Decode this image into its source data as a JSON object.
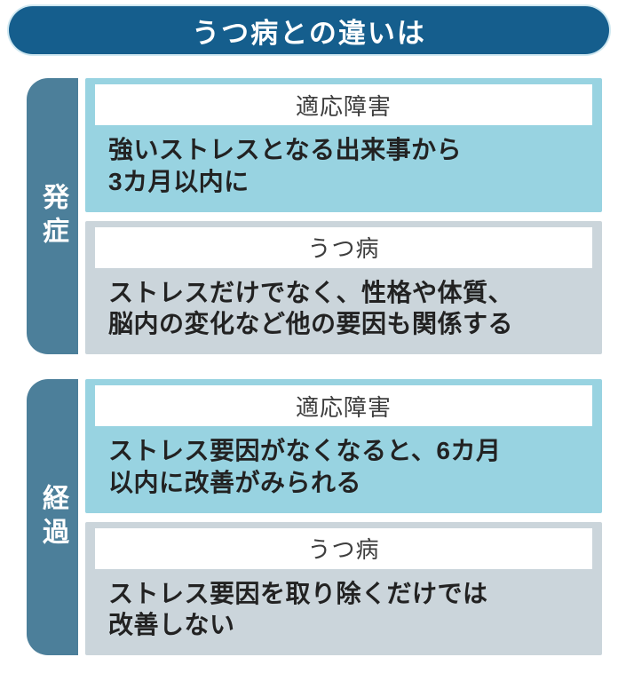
{
  "title": "うつ病との違いは",
  "colors": {
    "banner": "#155E8D",
    "side_bar": "#4C7F9A",
    "adjustment_card": "#98D3E1",
    "depression_card": "#CBD5DB",
    "header_strip": "#FFFFFF",
    "title_text": "#FFFFFF",
    "header_text": "#3E3E3E",
    "body_text": "#222222"
  },
  "sections": [
    {
      "label": "発症",
      "cards": [
        {
          "header": "適応障害",
          "body": "強いストレスとなる出来事から\n3カ月以内に"
        },
        {
          "header": "うつ病",
          "body": "ストレスだけでなく、性格や体質、\n脳内の変化など他の要因も関係する"
        }
      ]
    },
    {
      "label": "経過",
      "cards": [
        {
          "header": "適応障害",
          "body": "ストレス要因がなくなると、6カ月\n以内に改善がみられる"
        },
        {
          "header": "うつ病",
          "body": "ストレス要因を取り除くだけでは\n改善しない"
        }
      ]
    }
  ]
}
